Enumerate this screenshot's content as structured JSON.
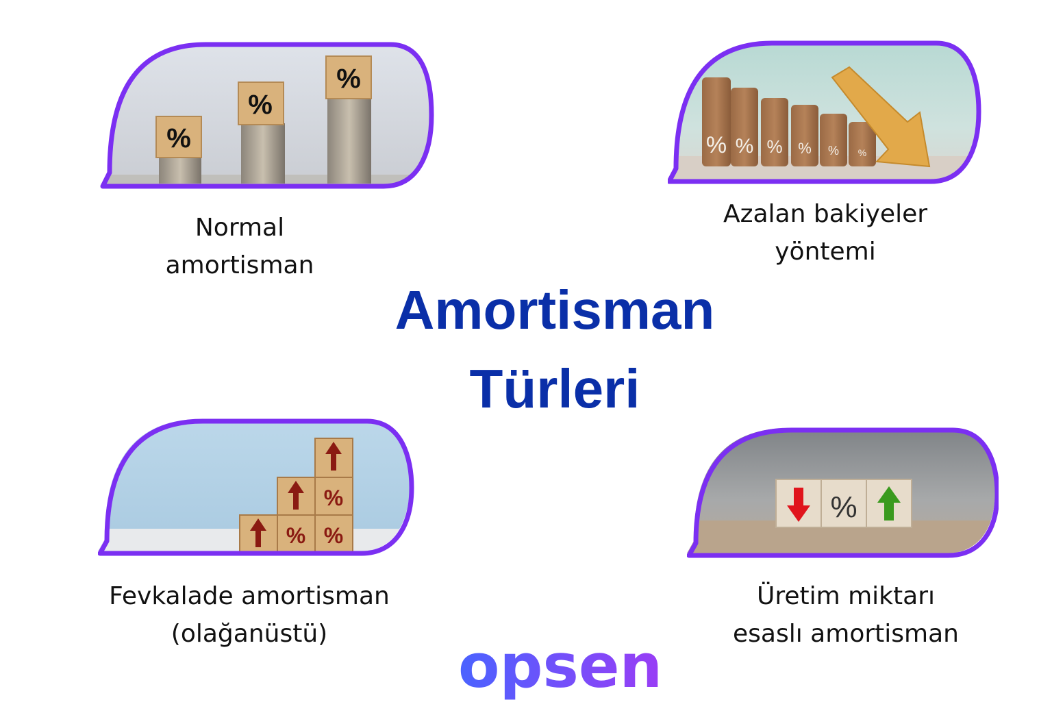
{
  "title": {
    "line1": "Amortisman",
    "line2": "Türleri"
  },
  "cards": [
    {
      "id": "normal",
      "caption": [
        "Normal",
        "amortisman"
      ],
      "image_icon": "coin-stacks-percent-icon"
    },
    {
      "id": "azalan",
      "caption": [
        "Azalan bakiyeler",
        "yöntemi"
      ],
      "image_icon": "decreasing-percent-arrow-icon"
    },
    {
      "id": "fevkalade",
      "caption": [
        "Fevkalade amortisman",
        "(olağanüstü)"
      ],
      "image_icon": "percent-blocks-up-arrows-icon"
    },
    {
      "id": "uretim",
      "caption": [
        "Üretim miktarı",
        "esaslı amortisman"
      ],
      "image_icon": "percent-up-down-blocks-icon"
    }
  ],
  "logo": {
    "text": "opsen",
    "icon": "opsen-logo-icon"
  },
  "colors": {
    "title": "#0a2fa8",
    "bubble_border": "#7b2ff2",
    "logo_start": "#4a63ff",
    "logo_end": "#9a3df5",
    "text": "#111111"
  }
}
